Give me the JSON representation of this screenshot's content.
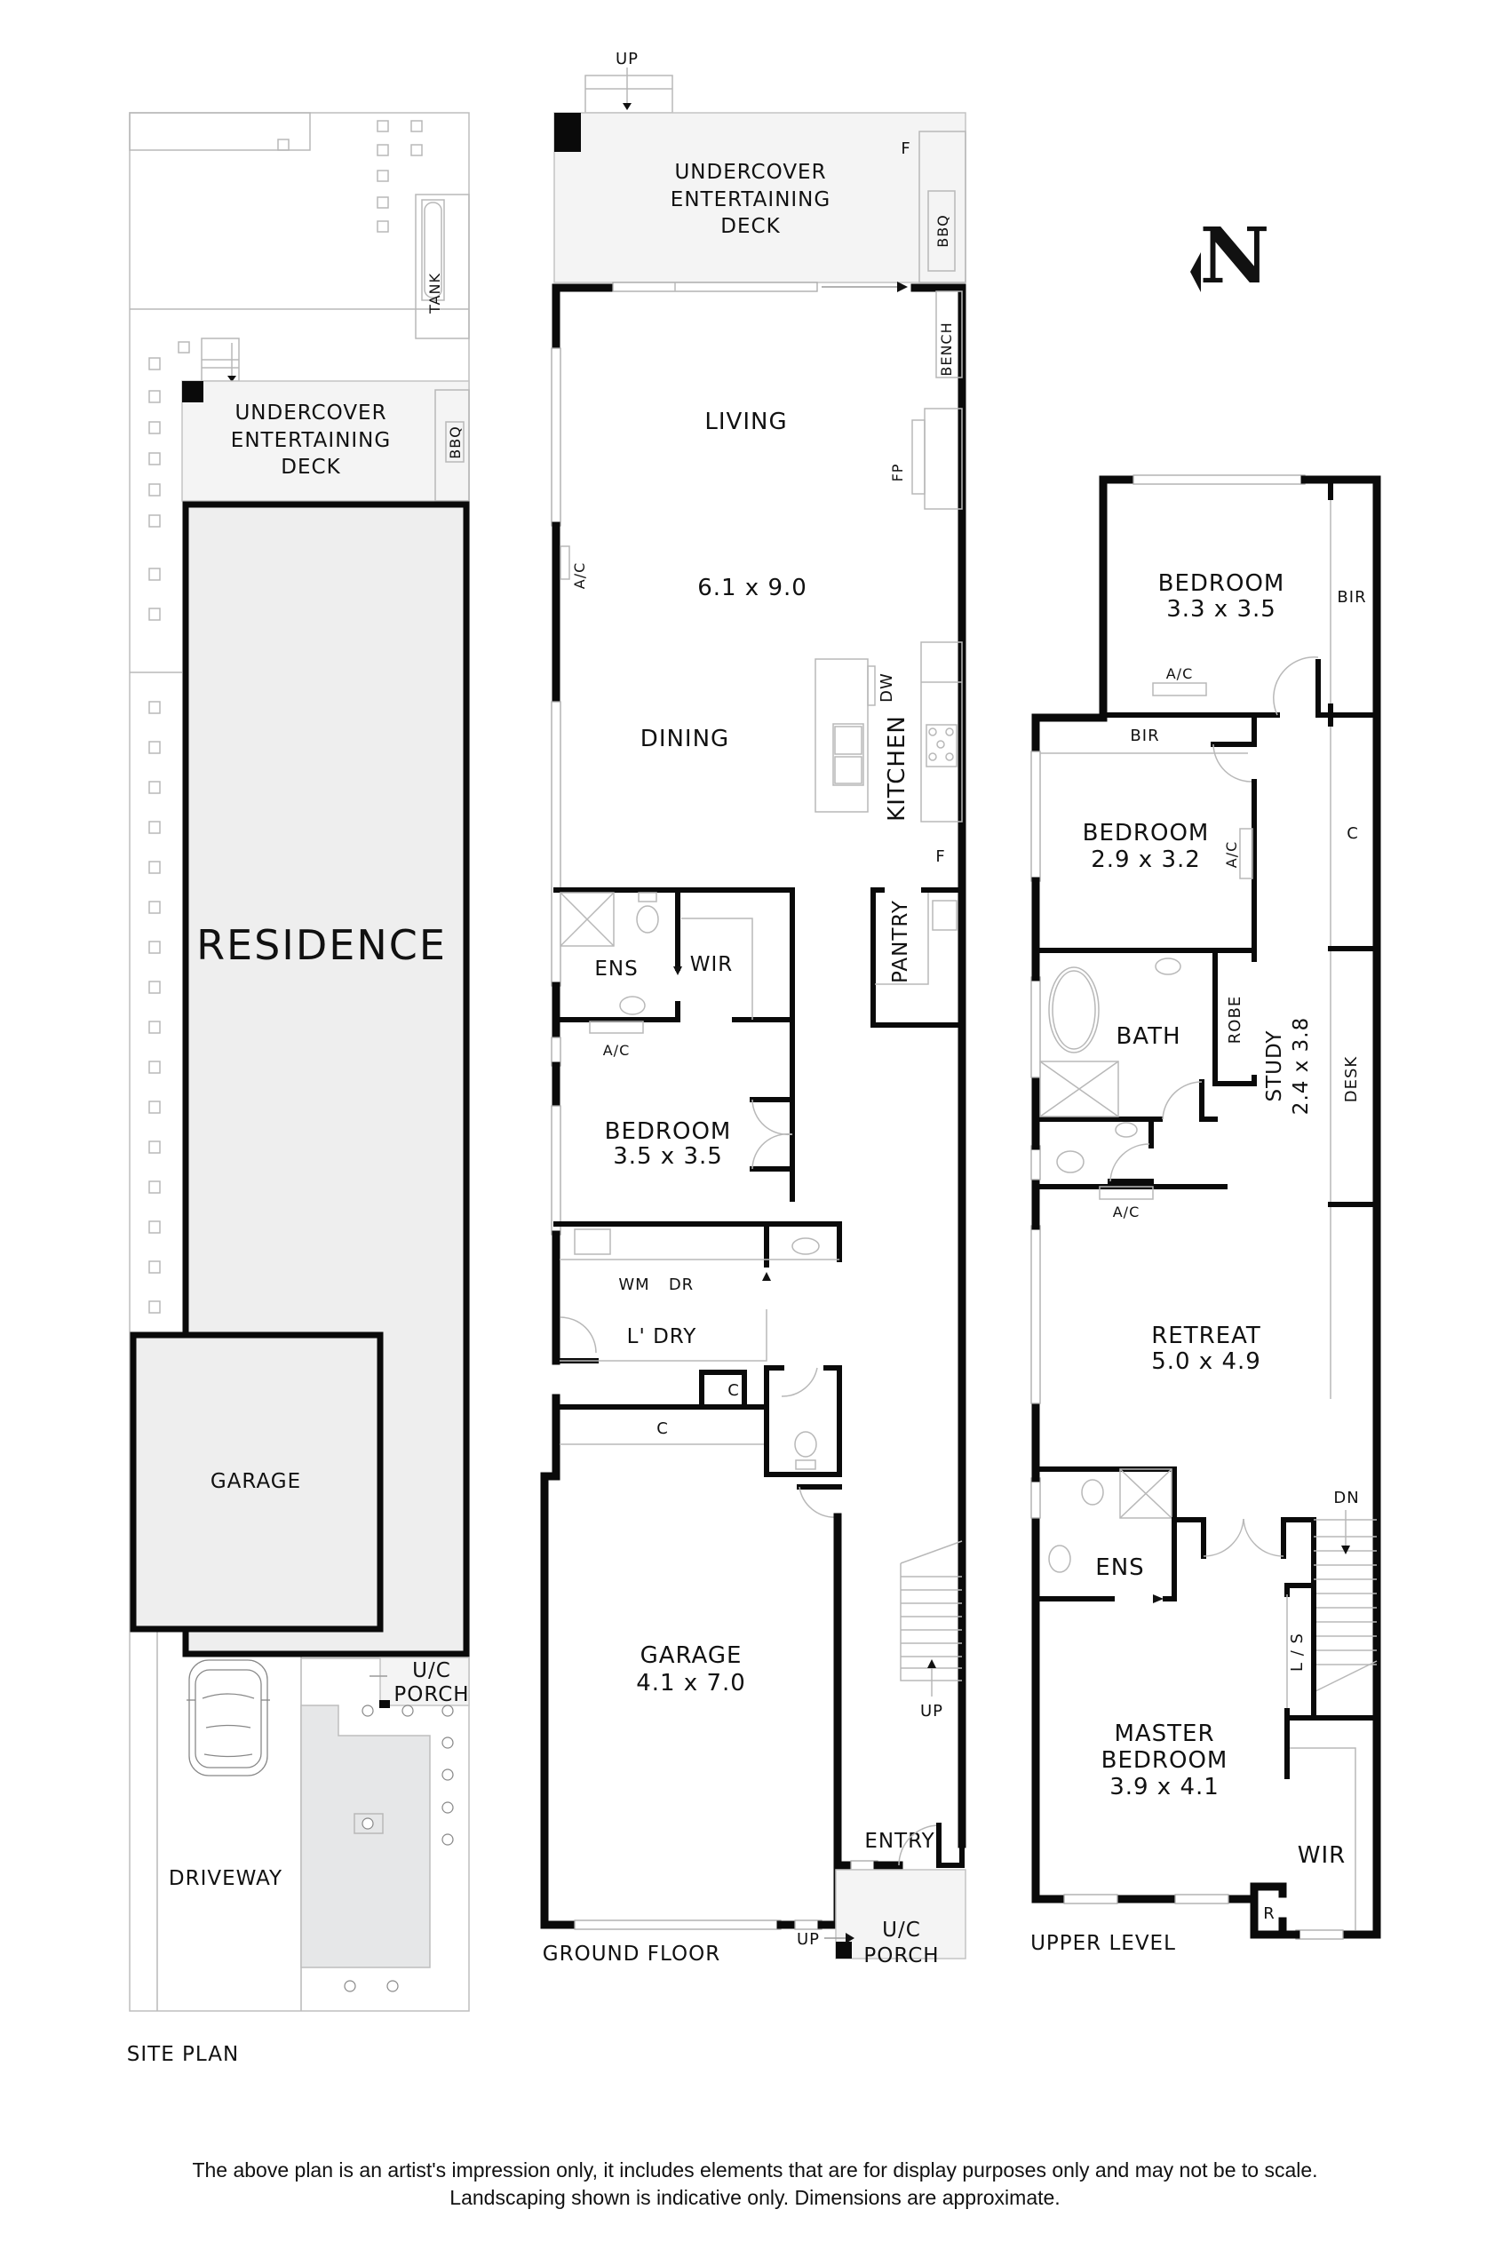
{
  "compass": {
    "label": "N",
    "icon": "north-arrow-icon"
  },
  "site_plan": {
    "title": "SITE PLAN",
    "residence": "RESIDENCE",
    "garage": "GARAGE",
    "driveway": "DRIVEWAY",
    "tank": "TANK",
    "bbq": "BBQ",
    "deck": [
      "UNDERCOVER",
      "ENTERTAINING",
      "DECK"
    ],
    "porch": [
      "U/C",
      "PORCH"
    ]
  },
  "ground_floor": {
    "title": "GROUND FLOOR",
    "deck": [
      "UNDERCOVER",
      "ENTERTAINING",
      "DECK"
    ],
    "deck_up": "UP",
    "bbq": "BBQ",
    "fridge_deck": "F",
    "bench": "BENCH",
    "fireplace": "FP",
    "living": "LIVING",
    "living_dims": "6.1  x  9.0",
    "ac_living": "A/C",
    "dining": "DINING",
    "kitchen": "KITCHEN",
    "dishwasher": "DW",
    "fridge": "F",
    "pantry": "PANTRY",
    "ens": "ENS",
    "wir": "WIR",
    "ac_bed": "A/C",
    "bedroom": "BEDROOM",
    "bedroom_dims": "3.5 x 3.5",
    "wm": "WM",
    "dr": "DR",
    "laundry": "L' DRY",
    "cupboard_small": "C",
    "cupboard": "C",
    "garage": "GARAGE",
    "garage_dims": "4.1 x 7.0",
    "stairs_up": "UP",
    "entry": "ENTRY",
    "porch": [
      "U/C",
      "PORCH"
    ],
    "porch_up": "UP"
  },
  "upper_level": {
    "title": "UPPER LEVEL",
    "bed1": "BEDROOM",
    "bed1_dims": "3.3 x 3.5",
    "bir1": "BIR",
    "ac1": "A/C",
    "bir2": "BIR",
    "bed2": "BEDROOM",
    "bed2_dims": "2.9 x 3.2",
    "ac2": "A/C",
    "linen": "C",
    "bath": "BATH",
    "robe": "ROBE",
    "study": "STUDY",
    "study_dims": "2.4 x 3.8",
    "desk": "DESK",
    "ac3": "A/C",
    "retreat": "RETREAT",
    "retreat_dims": "5.0 x 4.9",
    "dn": "DN",
    "ens": "ENS",
    "ls": "L / S",
    "master": [
      "MASTER",
      "BEDROOM"
    ],
    "master_dims": "3.9 x 4.1",
    "wir": "WIR",
    "r": "R"
  },
  "disclaimer": [
    "The above plan is an artist's impression only, it includes elements that are for display purposes only and may not be to scale.",
    "Landscaping shown is indicative only. Dimensions are approximate."
  ]
}
